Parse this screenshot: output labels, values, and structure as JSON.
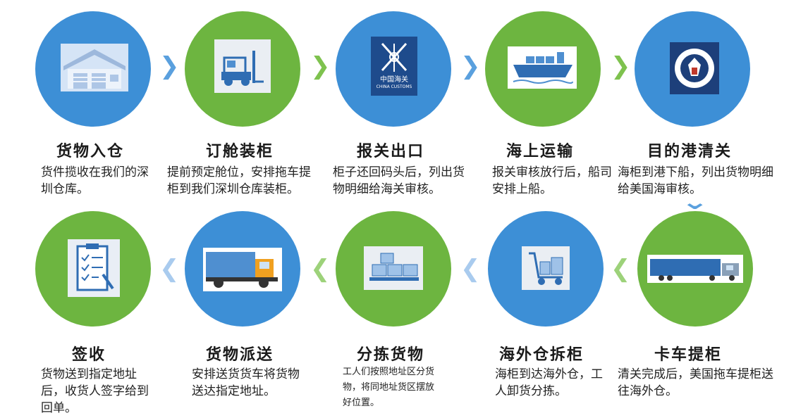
{
  "steps": [
    {
      "id": "warehouse-in",
      "title": "货物入仓",
      "desc": "货件揽收在我们的深圳仓库。",
      "icon": "warehouse-icon",
      "color": "#3d8fd6"
    },
    {
      "id": "booking",
      "title": "订舱装柜",
      "desc": "提前预定舱位，安排拖车提柜到我们深圳仓库装柜。",
      "icon": "forklift-icon",
      "color": "#6db540"
    },
    {
      "id": "export-customs",
      "title": "报关出口",
      "desc": "柜子还回码头后，列出货物明细给海关审核。",
      "icon": "china-customs-logo",
      "logo_text": "中国海关",
      "logo_sub": "CHINA CUSTOMS",
      "color": "#3d8fd6"
    },
    {
      "id": "sea-transport",
      "title": "海上运输",
      "desc": "报关审核放行后，船司安排上船。",
      "icon": "cargo-ship-icon",
      "color": "#6db540"
    },
    {
      "id": "destination-customs",
      "title": "目的港清关",
      "desc": "海柜到港下船，列出货物明细给美国海审核。",
      "icon": "homeland-security-seal",
      "color": "#3d8fd6"
    },
    {
      "id": "truck-pickup",
      "title": "卡车提柜",
      "desc": "清关完成后，美国拖车提柜送往海外仓。",
      "icon": "semi-truck-icon",
      "color": "#6db540"
    },
    {
      "id": "unload-overseas",
      "title": "海外仓拆柜",
      "desc": "海柜到达海外仓，工人卸货分拣。",
      "icon": "hand-cart-icon",
      "color": "#3d8fd6"
    },
    {
      "id": "sorting",
      "title": "分拣货物",
      "desc": "工人们按照地址区分货物，将同地址货区摆放好位置。",
      "icon": "stacked-boxes-icon",
      "color": "#6db540"
    },
    {
      "id": "delivery",
      "title": "货物派送",
      "desc": "安排送货货车将货物送达指定地址。",
      "icon": "delivery-truck-icon",
      "color": "#3d8fd6"
    },
    {
      "id": "signed",
      "title": "签收",
      "desc": "货物送到指定地址后，收货人签字给到回单。",
      "icon": "checklist-clipboard-icon",
      "color": "#6db540"
    }
  ],
  "arrows": {
    "right": "❯",
    "left": "❮",
    "down": "⌄"
  },
  "colors": {
    "blue": "#3d8fd6",
    "green": "#6db540",
    "navy": "#1d3f7a"
  }
}
